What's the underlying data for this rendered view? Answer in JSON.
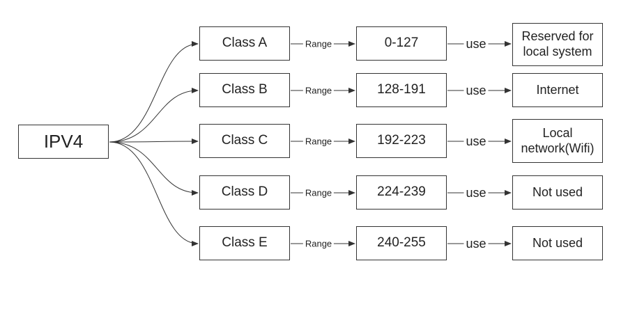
{
  "root": {
    "label": "IPV4"
  },
  "connector_labels": {
    "range": "Range",
    "use": "use"
  },
  "rows": [
    {
      "class": "Class A",
      "range": "0-127",
      "use": "Reserved for local system"
    },
    {
      "class": "Class B",
      "range": "128-191",
      "use": "Internet"
    },
    {
      "class": "Class C",
      "range": "192-223",
      "use": "Local network(Wifi)"
    },
    {
      "class": "Class D",
      "range": "224-239",
      "use": "Not used"
    },
    {
      "class": "Class E",
      "range": "240-255",
      "use": "Not used"
    }
  ],
  "colors": {
    "stroke": "#333333",
    "text": "#222222",
    "background": "#ffffff"
  }
}
